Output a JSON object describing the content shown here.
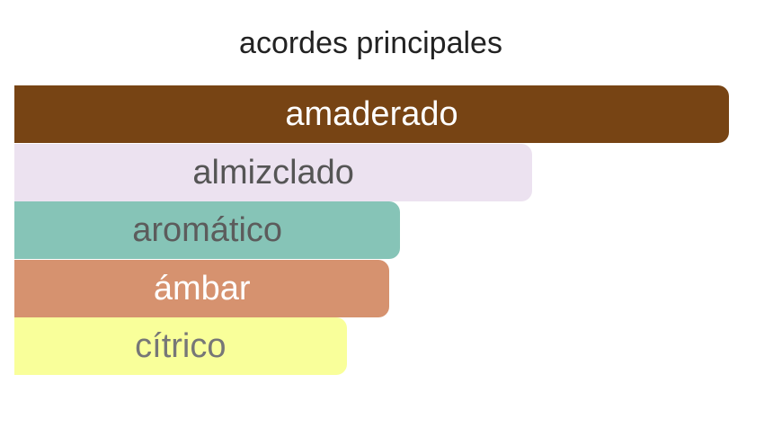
{
  "chart_data": {
    "type": "bar",
    "orientation": "horizontal",
    "title": "acordes principales",
    "xlabel": "",
    "ylabel": "",
    "grid": false,
    "legend": "none",
    "xlim": [
      0,
      100
    ],
    "bars": [
      {
        "label": "amaderado",
        "value": 100,
        "color": "#774414",
        "label_color": "#ffffff"
      },
      {
        "label": "almizclado",
        "value": 72.5,
        "color": "#ECE2F0",
        "label_color": "#555555"
      },
      {
        "label": "aromático",
        "value": 54,
        "color": "#86C4B7",
        "label_color": "#5c5c5c"
      },
      {
        "label": "ámbar",
        "value": 52.5,
        "color": "#D6926F",
        "label_color": "#ffffff"
      },
      {
        "label": "cítrico",
        "value": 46.5,
        "color": "#F9FF9A",
        "label_color": "#777777"
      }
    ]
  }
}
